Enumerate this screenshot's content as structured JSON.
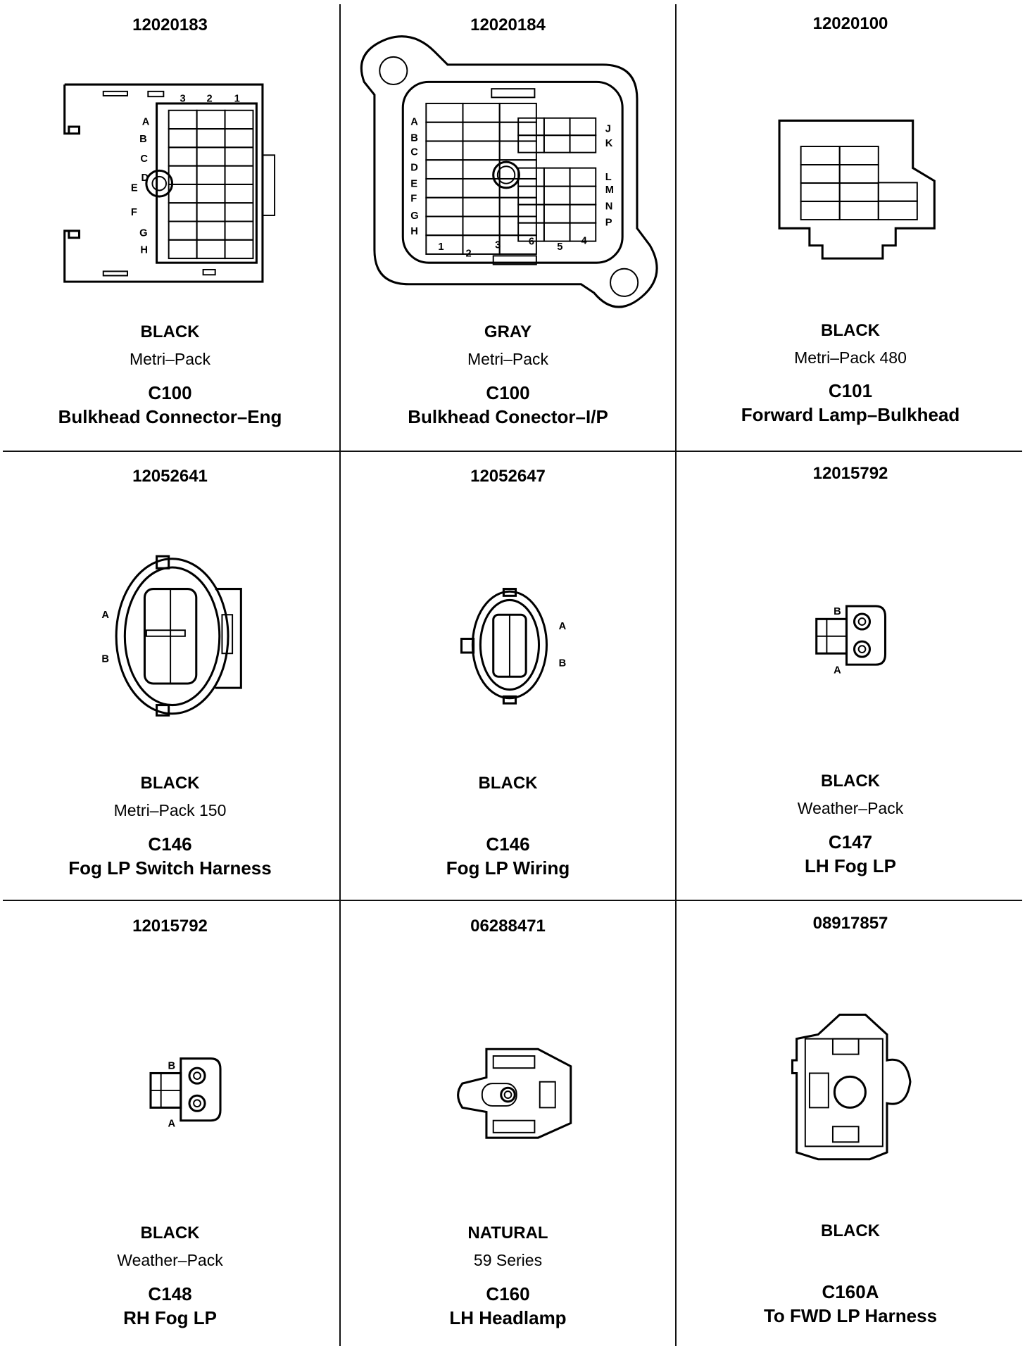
{
  "connectors": [
    {
      "part_number": "12020183",
      "color": "BLACK",
      "type": "Metri–Pack",
      "id": "C100",
      "description": "Bulkhead Connector–Eng",
      "pins_rows": [
        "A",
        "B",
        "C",
        "D",
        "E",
        "F",
        "G",
        "H"
      ],
      "pins_cols": [
        "3",
        "2",
        "1"
      ]
    },
    {
      "part_number": "12020184",
      "color": "GRAY",
      "type": "Metri–Pack",
      "id": "C100",
      "description": "Bulkhead Conector–I/P",
      "pins_rows": [
        "A",
        "B",
        "C",
        "D",
        "E",
        "F",
        "G",
        "H"
      ],
      "pins_right": [
        "J",
        "K",
        "L",
        "M",
        "N",
        "P"
      ],
      "pins_cols": [
        "1",
        "2",
        "3",
        "6",
        "5",
        "4"
      ]
    },
    {
      "part_number": "12020100",
      "color": "BLACK",
      "type": "Metri–Pack 480",
      "id": "C101",
      "description": "Forward Lamp–Bulkhead"
    },
    {
      "part_number": "12052641",
      "color": "BLACK",
      "type": "Metri–Pack 150",
      "id": "C146",
      "description": "Fog LP Switch Harness",
      "pins": [
        "A",
        "B"
      ]
    },
    {
      "part_number": "12052647",
      "color": "BLACK",
      "id": "C146",
      "description": "Fog LP Wiring",
      "pins": [
        "A",
        "B"
      ]
    },
    {
      "part_number": "12015792",
      "color": "BLACK",
      "type": "Weather–Pack",
      "id": "C147",
      "description": "LH Fog LP",
      "pins": [
        "B",
        "A"
      ]
    },
    {
      "part_number": "12015792",
      "color": "BLACK",
      "type": "Weather–Pack",
      "id": "C148",
      "description": "RH Fog LP",
      "pins": [
        "B",
        "A"
      ]
    },
    {
      "part_number": "06288471",
      "color": "NATURAL",
      "type": "59 Series",
      "id": "C160",
      "description": "LH Headlamp"
    },
    {
      "part_number": "08917857",
      "color": "BLACK",
      "id": "C160A",
      "description": "To FWD LP Harness"
    }
  ]
}
